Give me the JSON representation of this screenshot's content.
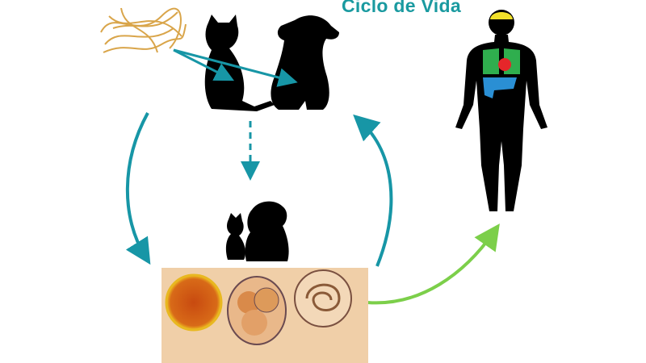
{
  "title": "Ciclo de Vida",
  "colors": {
    "arrow": "#1796a6",
    "green_arrow": "#7ccf4a",
    "silhouette": "#000000",
    "brain": "#f2e12a",
    "lungs": "#2fae4e",
    "heart": "#e5262a",
    "liver": "#2a8fd4",
    "egg_background": "#f0cfa8"
  },
  "icons": [
    "worms-image",
    "cat-silhouette",
    "dog-silhouette",
    "kitten-puppy-silhouette",
    "human-silhouette",
    "eggs-microscope-image"
  ]
}
